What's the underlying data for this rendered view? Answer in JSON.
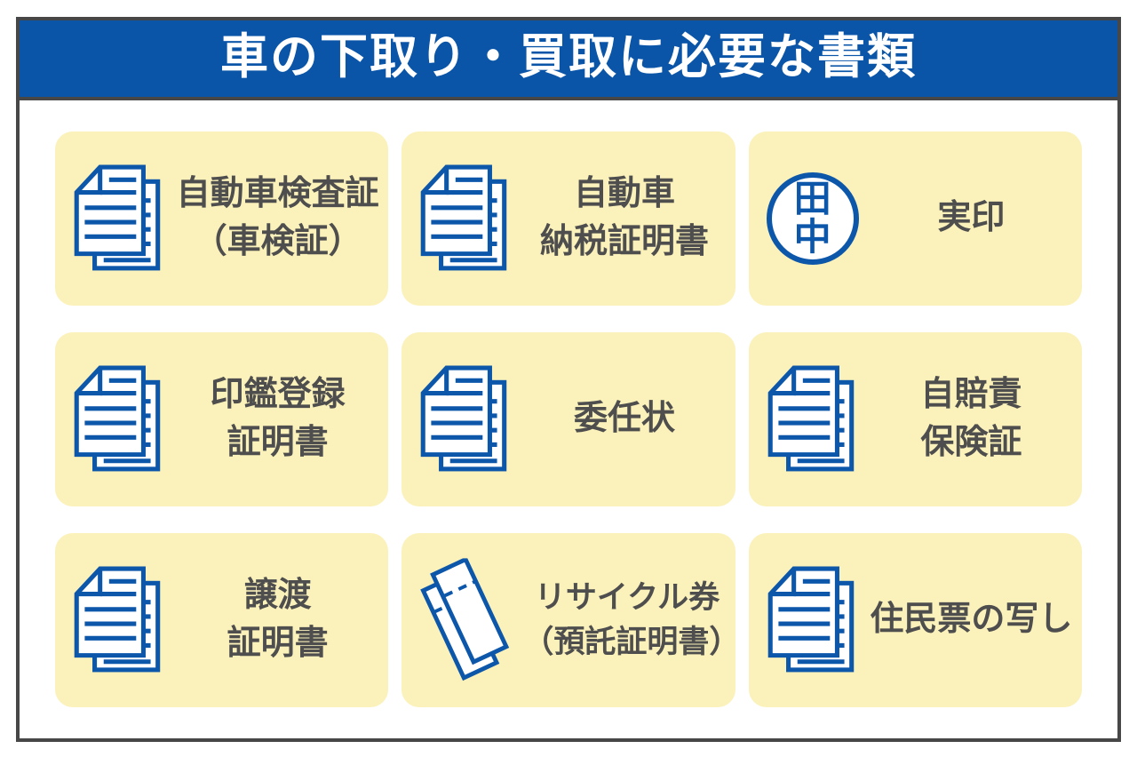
{
  "header": {
    "title": "車の下取り・買取に必要な書類"
  },
  "colors": {
    "header_bg": "#0B55A8",
    "frame_border": "#474747",
    "card_bg": "#FBF1BA",
    "icon_blue": "#0D57AB",
    "label_text": "#4E4E4E",
    "title_text": "#FFFFFF"
  },
  "cards": [
    {
      "icon": "documents-icon",
      "lines": [
        "自動車検査証",
        "（車検証）"
      ]
    },
    {
      "icon": "documents-icon",
      "lines": [
        "自動車",
        "納税証明書"
      ]
    },
    {
      "icon": "seal-icon",
      "seal": [
        "田",
        "中"
      ],
      "lines": [
        "実印"
      ]
    },
    {
      "icon": "documents-icon",
      "lines": [
        "印鑑登録",
        "証明書"
      ]
    },
    {
      "icon": "documents-icon",
      "lines": [
        "委任状"
      ]
    },
    {
      "icon": "documents-icon",
      "lines": [
        "自賠責",
        "保険証"
      ]
    },
    {
      "icon": "documents-icon",
      "lines": [
        "譲渡",
        "証明書"
      ]
    },
    {
      "icon": "ticket-icon",
      "lines": [
        "リサイクル券",
        "（預託証明書）"
      ]
    },
    {
      "icon": "documents-icon",
      "lines": [
        "住民票の写し"
      ]
    }
  ]
}
